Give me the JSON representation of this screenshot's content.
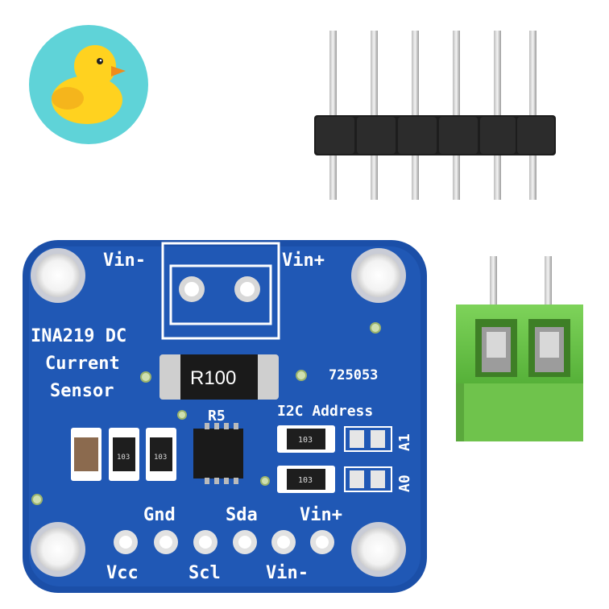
{
  "logo": {
    "icon": "rubber-duck-icon"
  },
  "board": {
    "title_line1": "INA219 DC",
    "title_line2": "Current",
    "title_line3": "Sensor",
    "terminal_left": "Vin-",
    "terminal_right": "Vin+",
    "shunt_label": "R100",
    "shunt_ref": "R5",
    "lot_number": "725053",
    "i2c_label": "I2C Address",
    "addr_a1": "A1",
    "addr_a0": "A0",
    "resistor_small_1": "103",
    "resistor_small_2": "103",
    "resistor_i2c_1": "103",
    "resistor_i2c_2": "103",
    "pins_top": [
      "Gnd",
      "Sda",
      "Vin+"
    ],
    "pins_bottom": [
      "Vcc",
      "Scl",
      "Vin-"
    ],
    "colors": {
      "pcb": "#1b4fa8",
      "silk": "#ffffff",
      "terminal": "#6cc24a"
    }
  }
}
